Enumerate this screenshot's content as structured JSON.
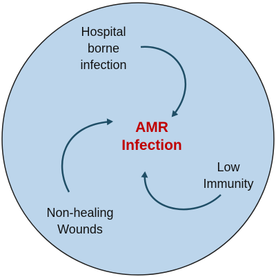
{
  "colors": {
    "circle_fill": "#bcd5eb",
    "circle_stroke": "#1f1f1f",
    "arrow": "#1f4e66",
    "center_text": "#c00000",
    "label_text": "#111111"
  },
  "center": {
    "line1": "AMR",
    "line2": "Infection"
  },
  "factors": {
    "hospital": {
      "line1": "Hospital",
      "line2": "borne",
      "line3": "infection"
    },
    "immunity": {
      "line1": "Low",
      "line2": "Immunity"
    },
    "wounds": {
      "line1": "Non-healing",
      "line2": "Wounds"
    }
  }
}
